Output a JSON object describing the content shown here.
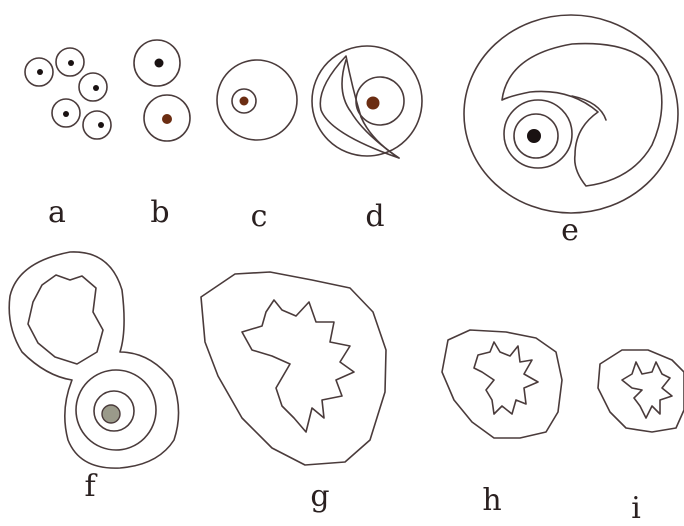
{
  "labels": {
    "a": "a",
    "b": "b",
    "c": "c",
    "d": "d",
    "e": "e",
    "f": "f",
    "g": "g",
    "h": "h",
    "i": "i"
  }
}
